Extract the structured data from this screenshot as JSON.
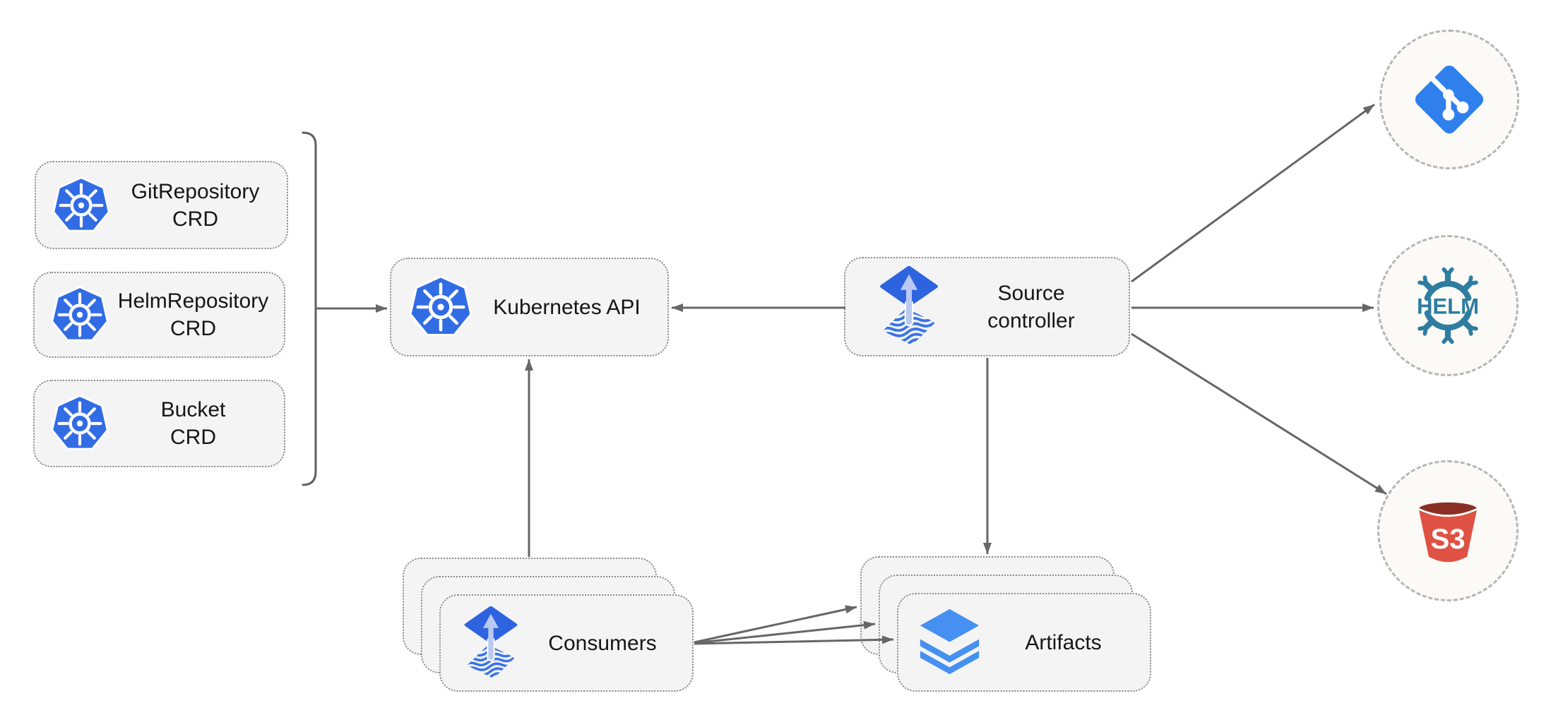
{
  "diagram": {
    "name": "flux-source-controller-architecture",
    "crd_boxes": [
      {
        "icon": "kubernetes-icon",
        "line1": "GitRepository",
        "line2": "CRD"
      },
      {
        "icon": "kubernetes-icon",
        "line1": "HelmRepository",
        "line2": "CRD"
      },
      {
        "icon": "kubernetes-icon",
        "line1": "Bucket",
        "line2": "CRD"
      }
    ],
    "kubernetes_api": {
      "icon": "kubernetes-icon",
      "label": "Kubernetes API"
    },
    "source_controller": {
      "icon": "flux-source-controller-icon",
      "line1": "Source",
      "line2": "controller"
    },
    "consumers": {
      "icon": "flux-source-controller-icon",
      "label": "Consumers",
      "stack_count": 3
    },
    "artifacts": {
      "icon": "artifacts-layers-icon",
      "label": "Artifacts",
      "stack_count": 3
    },
    "external_sources": {
      "git": {
        "icon": "git-icon"
      },
      "helm": {
        "icon": "helm-icon",
        "label": "HELM"
      },
      "s3": {
        "icon": "s3-bucket-icon",
        "label": "S3"
      }
    },
    "edges": [
      {
        "from": "crd-group-bracket",
        "to": "kubernetes-api"
      },
      {
        "from": "source-controller",
        "to": "kubernetes-api"
      },
      {
        "from": "consumers",
        "to": "kubernetes-api"
      },
      {
        "from": "source-controller",
        "to": "artifacts"
      },
      {
        "from": "source-controller",
        "to": "git"
      },
      {
        "from": "source-controller",
        "to": "helm"
      },
      {
        "from": "source-controller",
        "to": "s3"
      },
      {
        "from": "consumers",
        "to": "artifacts"
      },
      {
        "from": "consumers",
        "to": "artifacts"
      },
      {
        "from": "consumers",
        "to": "artifacts"
      }
    ],
    "colors": {
      "node_fill": "#f4f4f4",
      "node_border": "#8a8a8a",
      "circle_fill": "#fbfaf6",
      "circle_border": "#b6b6b6",
      "arrow": "#666666",
      "bracket": "#5f5f5f",
      "kubernetes_blue": "#326ce5",
      "flux_blue": "#2e63e0",
      "flux_wave_blue": "#3a74e8",
      "flux_arrow_light": "#b9c9f1",
      "layers_blue": "#4590f0",
      "git_blue": "#2f80ed",
      "helm_teal": "#2e7da1",
      "s3_red": "#df5243",
      "s3_dark_red": "#8a2f24",
      "label_text": "#161616"
    }
  }
}
